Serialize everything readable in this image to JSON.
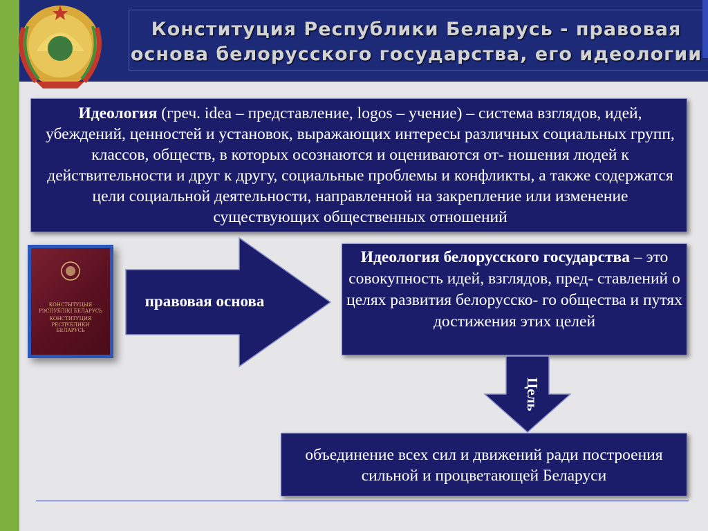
{
  "slide": {
    "title": "Конституция Республики Беларусь - правовая основа белорусского государства, его идеологии"
  },
  "definition": {
    "term": "Идеология",
    "body": " (греч. idea – представление, logos – учение) – система взглядов, идей, убеждений, ценностей и установок, выражающих интересы различных социальных групп, классов, обществ, в которых осознаются и оцениваются от- ношения людей к действительности и друг к другу, социальные проблемы и конфликты, а также содержатся цели социальной деятельности, направленной на закрепление или изменение существующих общественных отношений"
  },
  "book": {
    "line1": "КОНСТЫТУЦЫЯ",
    "line2": "РЭСПУБЛІКІ БЕЛАРУСЬ",
    "line3": "КОНСТИТУЦИЯ",
    "line4": "РЕСПУБЛИКИ БЕЛАРУСЬ"
  },
  "arrow_right": {
    "label": "правовая основа"
  },
  "ideology_box": {
    "term": "Идеология белорусского государства",
    "body": " – это совокупность идей, взглядов, пред- ставлений о целях развития белорусско- го общества и путях достижения этих целей"
  },
  "arrow_down": {
    "label": "Цель"
  },
  "goal_box": {
    "text": "объединение всех сил и движений ради построения сильной и процветающей Беларуси"
  },
  "colors": {
    "header": "#1c2a78",
    "box": "#1b1d6b",
    "accent_green": "#7db03f",
    "book": "#6a1828"
  }
}
